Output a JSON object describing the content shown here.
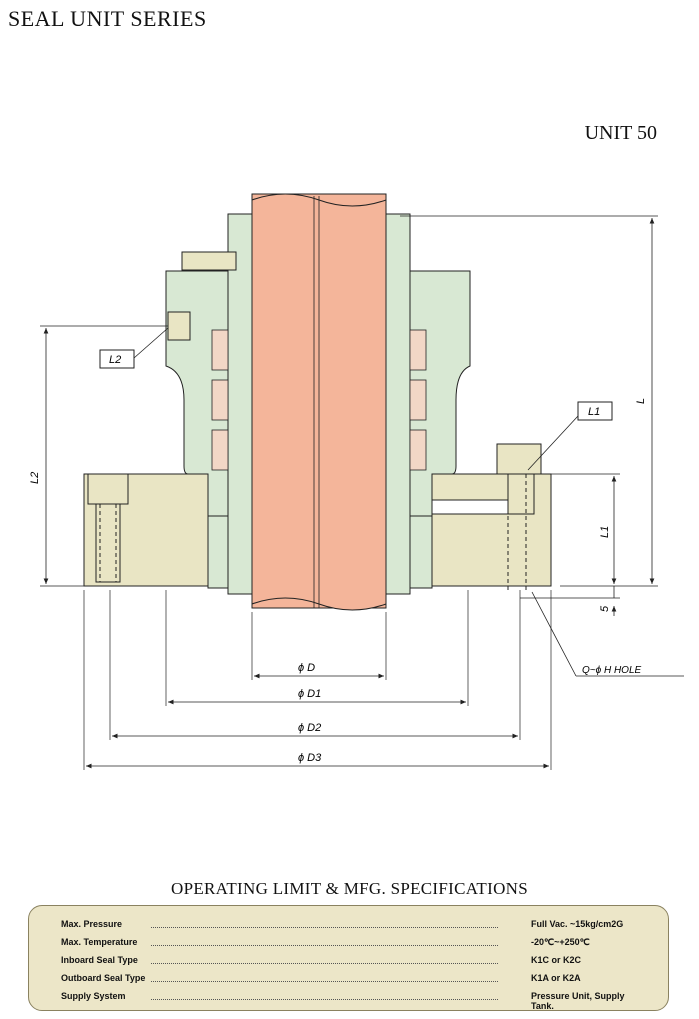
{
  "header": {
    "title": "SEAL UNIT SERIES",
    "unit": "UNIT 50"
  },
  "drawing": {
    "labels": {
      "L": "L",
      "L1": "L1",
      "L2": "L2",
      "five": "5",
      "D": "ϕ D",
      "D1": "ϕ D1",
      "D2": "ϕ D2",
      "D3": "ϕ D3",
      "hole": "Q~ϕ H HOLE"
    },
    "colors": {
      "shaft": "#f4b59a",
      "housing": "#d8e8d3",
      "flange": "#e9e5c4",
      "line": "#222222"
    }
  },
  "specs": {
    "title": "OPERATING LIMIT & MFG. SPECIFICATIONS",
    "rows": [
      {
        "name": "Max. Pressure",
        "value": "Full Vac. ~15kg/cm2G"
      },
      {
        "name": "Max. Temperature",
        "value": "-20℃~+250℃"
      },
      {
        "name": "Inboard Seal Type",
        "value": "K1C or K2C"
      },
      {
        "name": "Outboard Seal Type",
        "value": "K1A or K2A"
      },
      {
        "name": "Supply System",
        "value": "Pressure Unit, Supply Tank."
      }
    ]
  }
}
